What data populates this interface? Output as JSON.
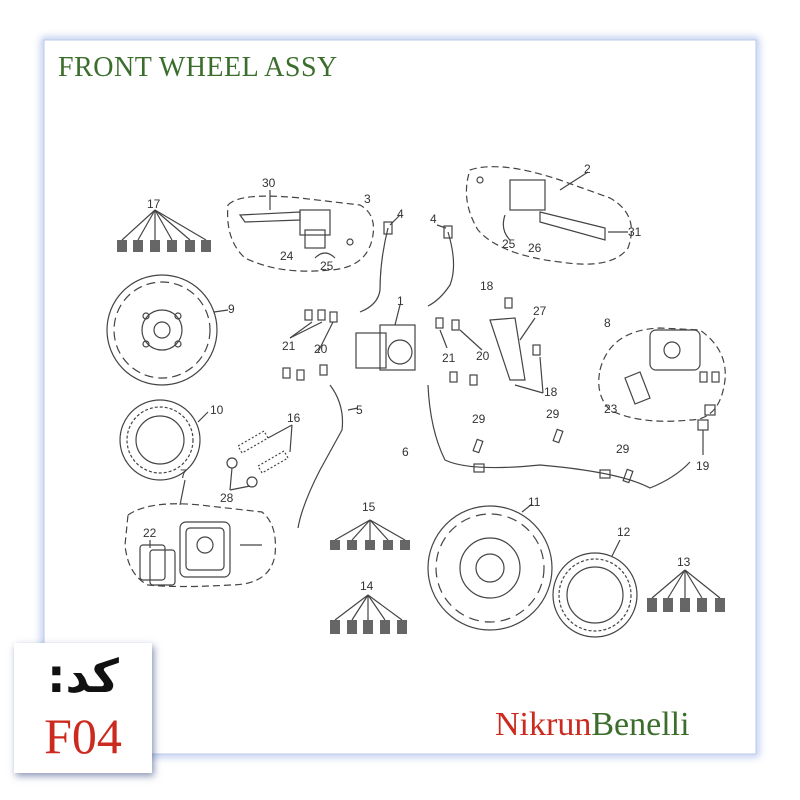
{
  "title": "FRONT WHEEL ASSY",
  "brand": {
    "part1": "Nikrun",
    "part2": "Benelli"
  },
  "code": {
    "label": "کد:",
    "value": "F04"
  },
  "part_numbers": {
    "p1": "1",
    "p2": "2",
    "p3": "3",
    "p4a": "4",
    "p4b": "4",
    "p5": "5",
    "p6": "6",
    "p7": "7",
    "p8": "8",
    "p9": "9",
    "p10": "10",
    "p11": "11",
    "p12": "12",
    "p13": "13",
    "p14": "14",
    "p15": "15",
    "p16": "16",
    "p17": "17",
    "p18a": "18",
    "p18b": "18",
    "p19": "19",
    "p20a": "20",
    "p20b": "20",
    "p21a": "21",
    "p21b": "21",
    "p22": "22",
    "p23": "23",
    "p24": "24",
    "p25a": "25",
    "p25b": "25",
    "p26": "26",
    "p27": "27",
    "p28": "28",
    "p29a": "29",
    "p29b": "29",
    "p29c": "29",
    "p30": "30",
    "p31": "31"
  }
}
